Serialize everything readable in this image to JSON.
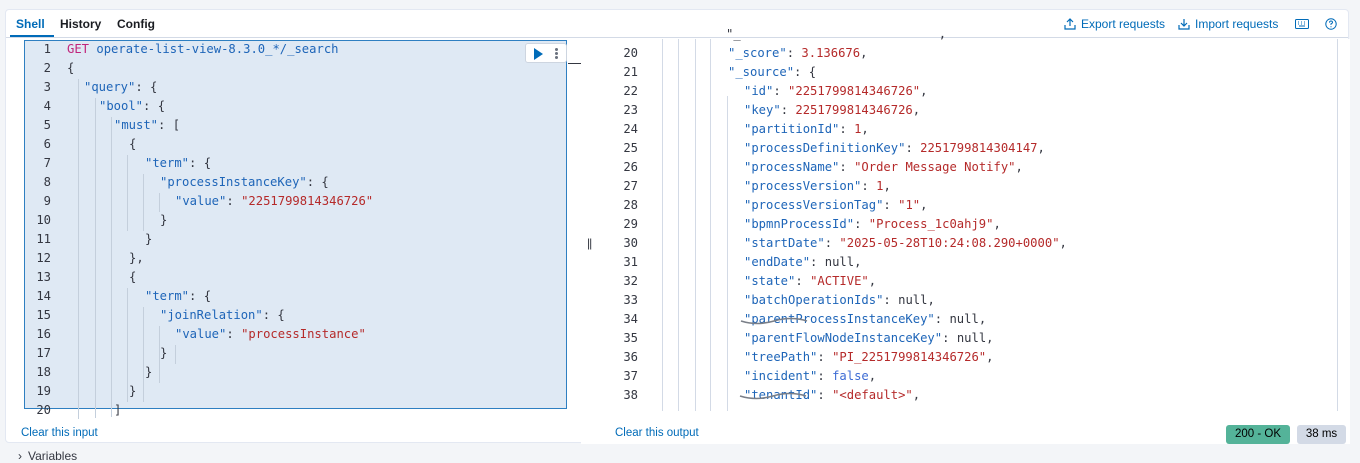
{
  "tabs": [
    {
      "label": "Shell",
      "active": true
    },
    {
      "label": "History",
      "active": false
    },
    {
      "label": "Config",
      "active": false
    }
  ],
  "toolbar": {
    "export_label": "Export requests",
    "import_label": "Import requests",
    "keyboard_icon": "keyboard-icon",
    "help_icon": "question-circle-icon"
  },
  "editor": {
    "lines": [
      {
        "n": "1"
      },
      {
        "n": "2"
      },
      {
        "n": "3"
      },
      {
        "n": "4"
      },
      {
        "n": "5"
      },
      {
        "n": "6"
      },
      {
        "n": "7"
      },
      {
        "n": "8"
      },
      {
        "n": "9"
      },
      {
        "n": "10"
      },
      {
        "n": "11"
      },
      {
        "n": "12"
      },
      {
        "n": "13"
      },
      {
        "n": "14"
      },
      {
        "n": "15"
      },
      {
        "n": "16"
      },
      {
        "n": "17"
      },
      {
        "n": "18"
      },
      {
        "n": "19"
      },
      {
        "n": "20"
      }
    ],
    "method": "GET",
    "path": "operate-list-view-8.3.0_*/_search",
    "key_query": "\"query\"",
    "key_bool": "\"bool\"",
    "key_must": "\"must\"",
    "key_term": "\"term\"",
    "key_pik": "\"processInstanceKey\"",
    "key_value": "\"value\"",
    "val_pik": "\"2251799814346726\"",
    "key_join": "\"joinRelation\"",
    "val_join": "\"processInstance\"",
    "clear_label": "Clear this input"
  },
  "output": {
    "lines": [
      {
        "n": "20",
        "key": "\"_score\"",
        "val": "3.136676",
        "val_type": "number"
      },
      {
        "n": "21",
        "key": "\"_source\"",
        "val": "{",
        "val_type": "punct"
      },
      {
        "n": "22",
        "key": "\"id\"",
        "val": "\"2251799814346726\"",
        "val_type": "string"
      },
      {
        "n": "23",
        "key": "\"key\"",
        "val": "2251799814346726",
        "val_type": "number"
      },
      {
        "n": "24",
        "key": "\"partitionId\"",
        "val": "1",
        "val_type": "number"
      },
      {
        "n": "25",
        "key": "\"processDefinitionKey\"",
        "val": "2251799814304147",
        "val_type": "number"
      },
      {
        "n": "26",
        "key": "\"processName\"",
        "val": "\"Order Message Notify\"",
        "val_type": "string"
      },
      {
        "n": "27",
        "key": "\"processVersion\"",
        "val": "1",
        "val_type": "number"
      },
      {
        "n": "28",
        "key": "\"processVersionTag\"",
        "val": "\"1\"",
        "val_type": "string"
      },
      {
        "n": "29",
        "key": "\"bpmnProcessId\"",
        "val": "\"Process_1c0ahj9\"",
        "val_type": "string"
      },
      {
        "n": "30",
        "key": "\"startDate\"",
        "val": "\"2025-05-28T10:24:08.290+0000\"",
        "val_type": "string"
      },
      {
        "n": "31",
        "key": "\"endDate\"",
        "val": "null",
        "val_type": "null"
      },
      {
        "n": "32",
        "key": "\"state\"",
        "val": "\"ACTIVE\"",
        "val_type": "string"
      },
      {
        "n": "33",
        "key": "\"batchOperationIds\"",
        "val": "null",
        "val_type": "null"
      },
      {
        "n": "34",
        "key": "\"parentProcessInstanceKey\"",
        "val": "null",
        "val_type": "null"
      },
      {
        "n": "35",
        "key": "\"parentFlowNodeInstanceKey\"",
        "val": "null",
        "val_type": "null"
      },
      {
        "n": "36",
        "key": "\"treePath\"",
        "val": "\"PI_2251799814346726\"",
        "val_type": "string"
      },
      {
        "n": "37",
        "key": "\"incident\"",
        "val": "false",
        "val_type": "bool"
      },
      {
        "n": "38",
        "key": "\"tenantId\"",
        "val": "\"<default>\"",
        "val_type": "string"
      }
    ],
    "clear_label": "Clear this output",
    "status": "200 - OK",
    "duration": "38 ms"
  },
  "variables_label": "Variables",
  "colors": {
    "accent": "#006bb8",
    "status_ok": "#54b399",
    "string": "#b52a2a",
    "key": "#1e65b8"
  }
}
